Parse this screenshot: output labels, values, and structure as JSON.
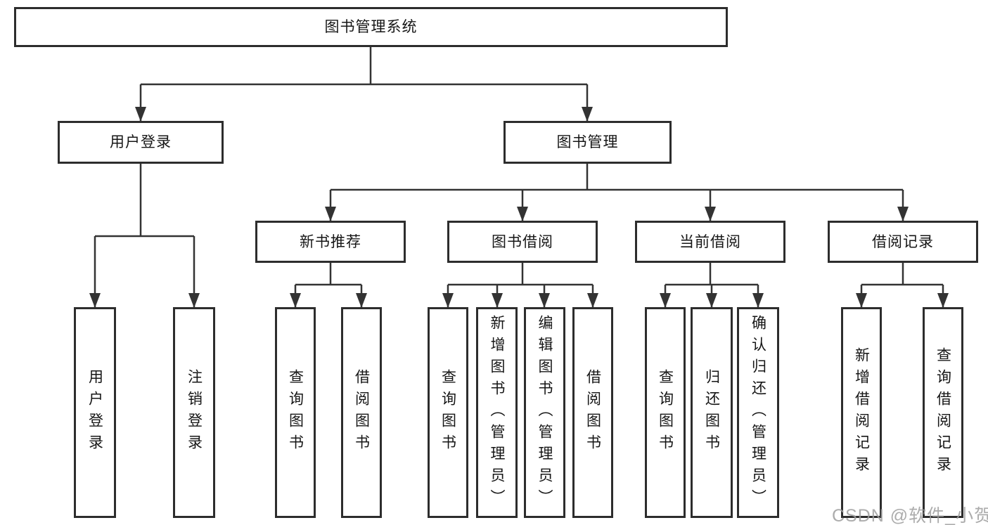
{
  "diagram": {
    "type": "hierarchy-tree",
    "tree": {
      "label": "图书管理系统",
      "children": [
        {
          "label": "用户登录",
          "children": [
            {
              "label": "用户登录"
            },
            {
              "label": "注销登录"
            }
          ]
        },
        {
          "label": "图书管理",
          "children": [
            {
              "label": "新书推荐",
              "children": [
                {
                  "label": "查询图书"
                },
                {
                  "label": "借阅图书"
                }
              ]
            },
            {
              "label": "图书借阅",
              "children": [
                {
                  "label": "查询图书"
                },
                {
                  "label": "新增图书（管理员）"
                },
                {
                  "label": "编辑图书（管理员）"
                },
                {
                  "label": "借阅图书"
                }
              ]
            },
            {
              "label": "当前借阅",
              "children": [
                {
                  "label": "查询图书"
                },
                {
                  "label": "归还图书"
                },
                {
                  "label": "确认归还（管理员）"
                }
              ]
            },
            {
              "label": "借阅记录",
              "children": [
                {
                  "label": "新增借阅记录"
                },
                {
                  "label": "查询借阅记录"
                }
              ]
            }
          ]
        }
      ]
    },
    "colors": {
      "line": "#333333",
      "box_border": "#2d2d2d",
      "box_fill": "#ffffff",
      "text": "#161616",
      "watermark": "#9e9e9e"
    }
  },
  "watermark": "CSDN @软件_小贺同学"
}
